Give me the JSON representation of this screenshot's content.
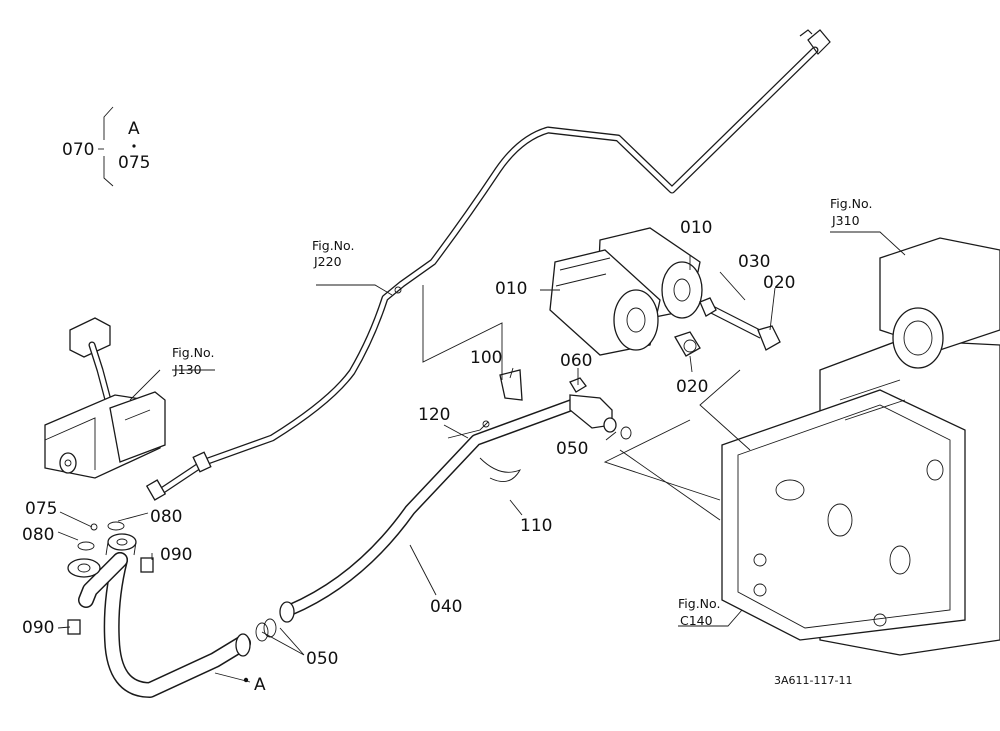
{
  "callouts": {
    "c070": "070",
    "c075_top": "075",
    "a_top": "A",
    "c010_a": "010",
    "c010_b": "010",
    "c030": "030",
    "c020_a": "020",
    "c020_b": "020",
    "c060": "060",
    "c100": "100",
    "c120": "120",
    "c050_a": "050",
    "c110": "110",
    "c040": "040",
    "c050_b": "050",
    "c075": "075",
    "c080_a": "080",
    "c080_b": "080",
    "c090_a": "090",
    "c090_b": "090",
    "a_bottom": "A"
  },
  "fig_refs": {
    "j220_fig": "Fig.No.",
    "j220_no": "J220",
    "j130_fig": "Fig.No.",
    "j130_no": "J130",
    "j310_fig": "Fig.No.",
    "j310_no": "J310",
    "c140_fig": "Fig.No.",
    "c140_no": "C140"
  },
  "drawing_code": "3A611-117-11"
}
